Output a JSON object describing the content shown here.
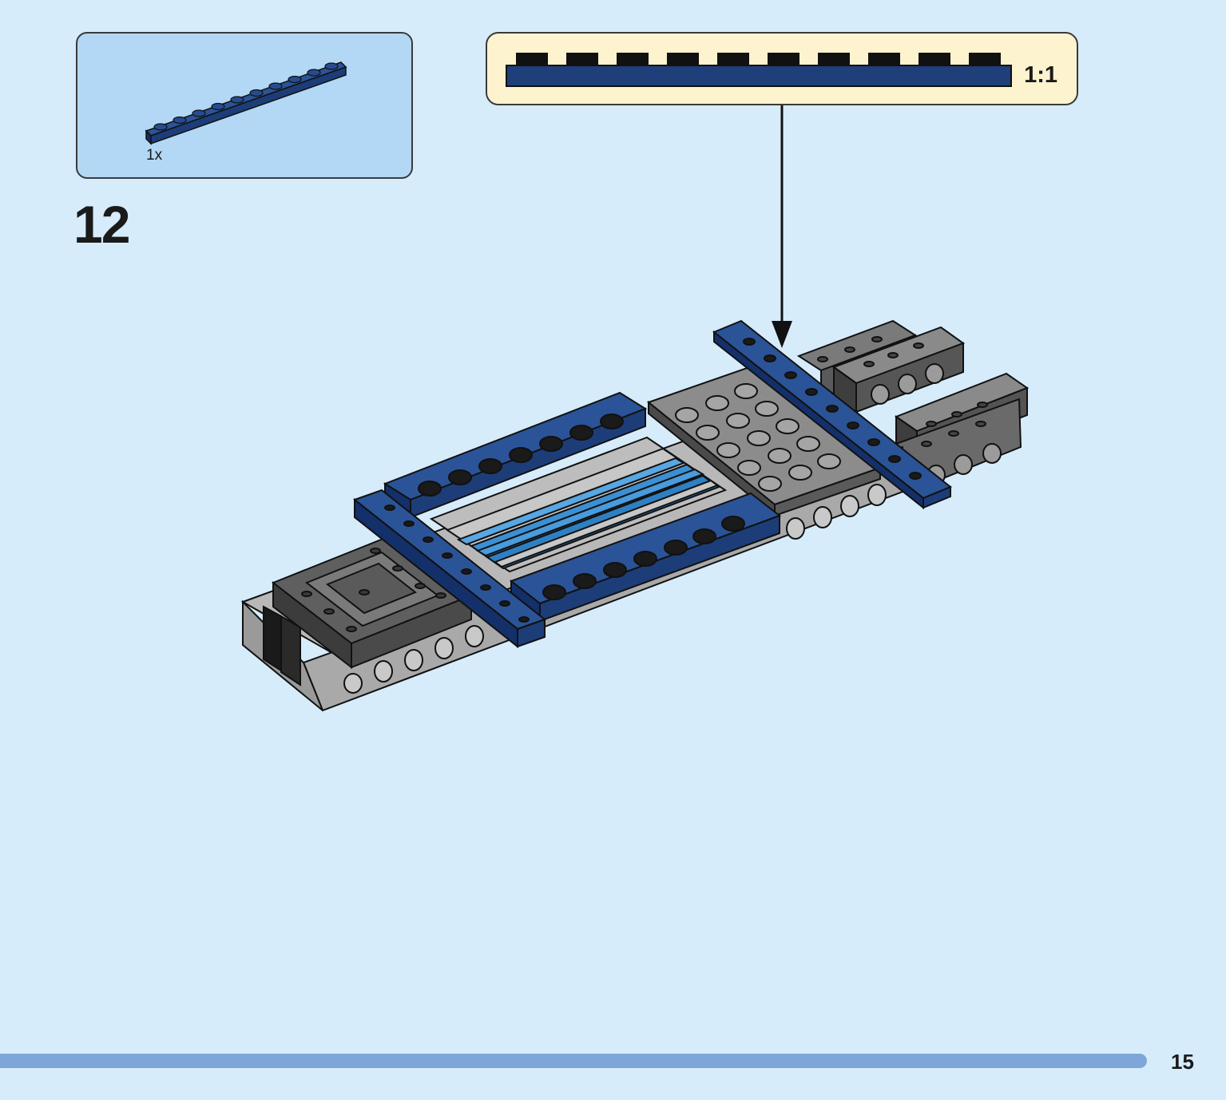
{
  "step": {
    "number": "12"
  },
  "parts_list": {
    "items": [
      {
        "quantity": "1x",
        "part": "plate-1x10",
        "color": "#1f3f7a"
      }
    ]
  },
  "scale_callout": {
    "label": "1:1",
    "part": "plate-1x10",
    "stud_count": 10,
    "color": "#1f3f7a"
  },
  "page": {
    "number": "15"
  },
  "colors": {
    "background": "#d6ecfb",
    "parts_callout_bg": "#b3d8f5",
    "scale_callout_bg": "#fdf4cf",
    "dark_blue": "#1f3f7a",
    "medium_blue": "#3b8fd3",
    "dark_gray": "#5b5b5b",
    "light_gray": "#a8a8a8",
    "progress_bar": "#7ea6d9"
  }
}
